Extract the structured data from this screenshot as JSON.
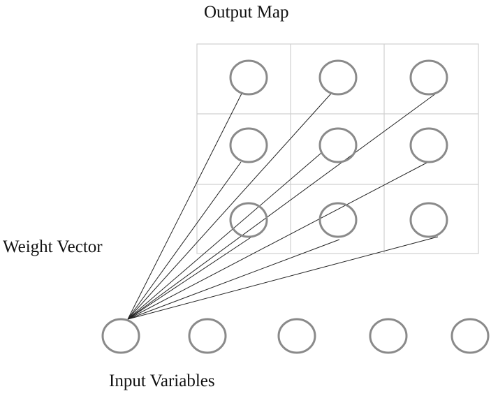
{
  "labels": {
    "output_map": "Output Map",
    "weight_vector": "Weight Vector",
    "input_variables": "Input Variables"
  },
  "colors": {
    "node_stroke": "#8a8a8a",
    "grid_stroke": "#d0d0d0",
    "connection_stroke": "#222222"
  },
  "output_map": {
    "rows": 3,
    "cols": 3
  },
  "input_nodes": {
    "count": 5
  },
  "connections": {
    "from_input_index": 0,
    "to_all_output_nodes": true
  }
}
